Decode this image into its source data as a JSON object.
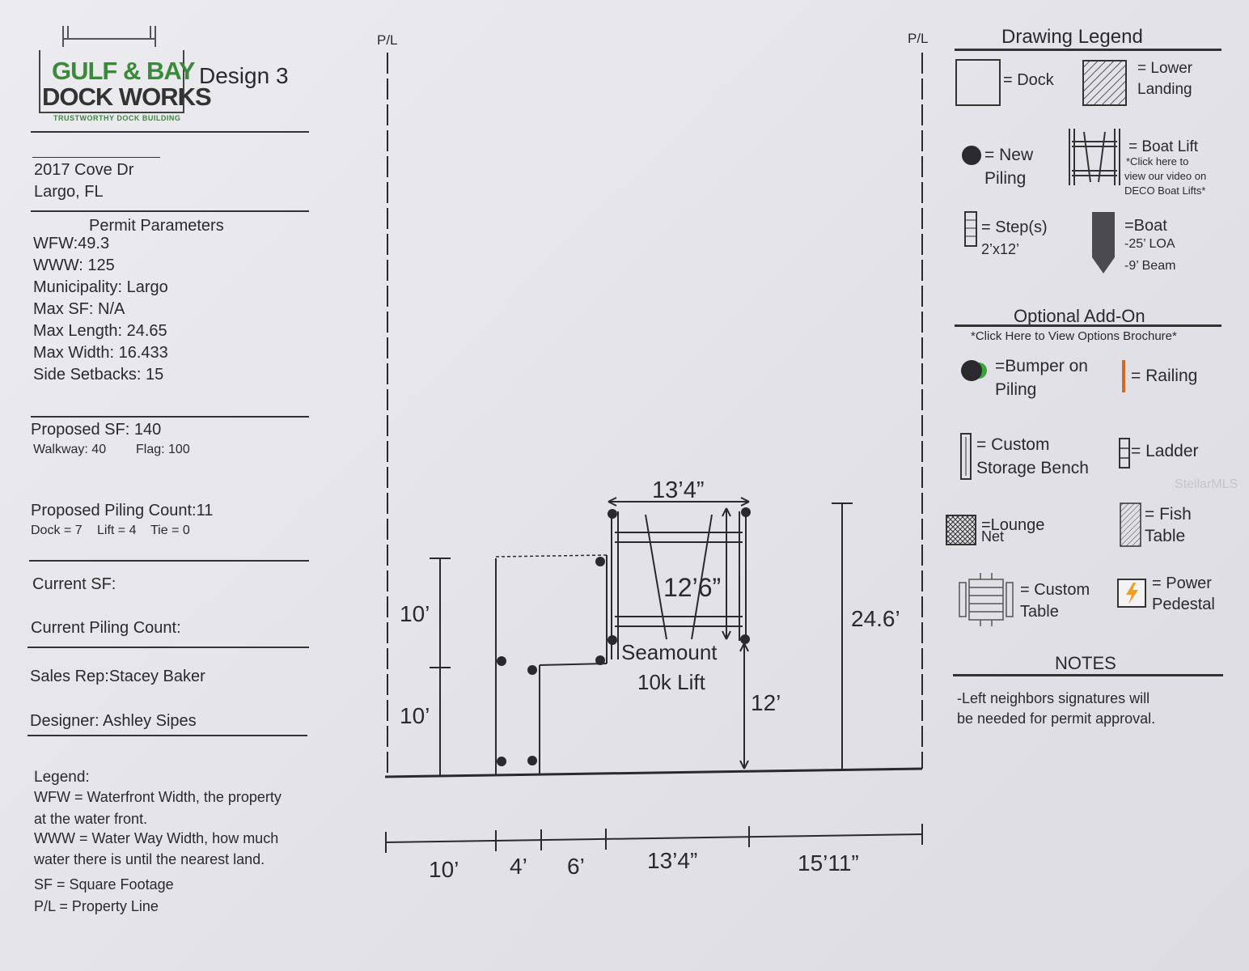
{
  "logo": {
    "line1": "GULF & BAY",
    "line2": "DOCK WORKS",
    "tagline": "TRUSTWORTHY DOCK BUILDING"
  },
  "design_title": "Design 3",
  "address": {
    "street": "2017 Cove Dr",
    "city": "Largo, FL"
  },
  "permit": {
    "heading": "Permit Parameters",
    "lines": [
      "WFW:49.3",
      "WWW: 125",
      "Municipality: Largo",
      "Max SF: N/A",
      "Max Length: 24.65",
      "Max Width: 16.433",
      "Side Setbacks: 15"
    ]
  },
  "proposed": {
    "sf": "Proposed SF: 140",
    "walkway": "Walkway: 40",
    "flag": "Flag: 100",
    "piling_count": "Proposed Piling Count:11",
    "dock": "Dock = 7",
    "lift": "Lift = 4",
    "tie": "Tie =  0"
  },
  "current": {
    "sf": "Current SF:",
    "piling_count": "Current Piling Count:"
  },
  "people": {
    "sales_rep": "Sales Rep:Stacey Baker",
    "designer": "Designer: Ashley Sipes"
  },
  "legend_text": {
    "heading": "Legend:",
    "lines": [
      "WFW = Waterfront Width, the property",
      "at the water front.",
      "WWW = Water Way Width, how much",
      "water there is until the nearest land.",
      "SF = Square Footage",
      "P/L = Property Line"
    ]
  },
  "drawing": {
    "pl_left": "P/L",
    "pl_right": "P/L",
    "dim_lift_width": "13’4”",
    "dim_lift_length": "12’6”",
    "lift_label_1": "Seamount",
    "lift_label_2": "10k Lift",
    "dim_upper_10": "10’",
    "dim_lower_10": "10’",
    "dim_12": "12’",
    "dim_total": "24.6’",
    "bottom_dims": [
      "10’",
      "4’",
      "6’",
      "13’4”",
      "15’11”"
    ]
  },
  "drawing_legend": {
    "heading": "Drawing Legend",
    "dock": "= Dock",
    "lower_landing_1": "= Lower",
    "lower_landing_2": "Landing",
    "new_piling_1": "= New",
    "new_piling_2": "Piling",
    "boat_lift": "= Boat Lift",
    "boat_lift_note_1": "*Click here to",
    "boat_lift_note_2": "view our video on",
    "boat_lift_note_3": "DECO Boat Lifts*",
    "steps_1": "= Step(s)",
    "steps_2": "2’x12’",
    "boat_1": "=Boat",
    "boat_2": "-25’ LOA",
    "boat_3": "-9’ Beam"
  },
  "addons": {
    "heading": "Optional Add-On",
    "note": "*Click Here to View Options Brochure*",
    "bumper_1": "=Bumper on",
    "bumper_2": "Piling",
    "railing": "= Railing",
    "bench_1": "= Custom",
    "bench_2": "Storage Bench",
    "ladder": "= Ladder",
    "lounge_1": "=Lounge",
    "lounge_2": "Net",
    "fish_1": "= Fish",
    "fish_2": "Table",
    "custom_table_1": "= Custom",
    "custom_table_2": "Table",
    "power_1": "= Power",
    "power_2": "Pedestal",
    "watermark": "StellarMLS"
  },
  "notes": {
    "heading": "NOTES",
    "line1": "-Left neighbors signatures will",
    "line2": "be needed for permit approval."
  },
  "colors": {
    "green": "#3a8a3a",
    "orange": "#d2691e",
    "ink": "#2a2a2e"
  }
}
